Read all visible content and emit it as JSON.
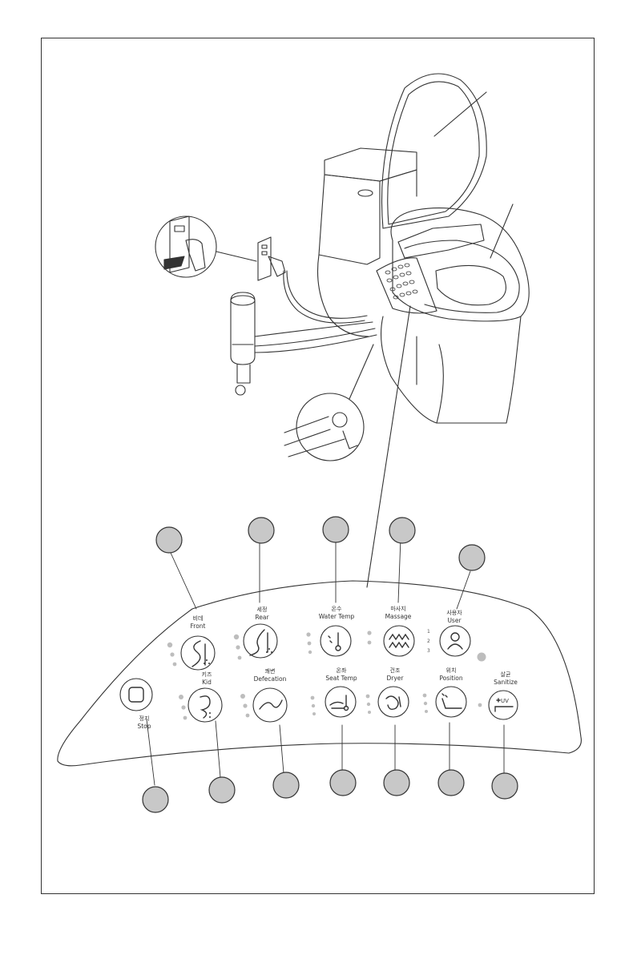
{
  "panel": {
    "buttons": [
      {
        "id": "front",
        "ko": "비데",
        "en": "Front",
        "icon": "front-wash-icon"
      },
      {
        "id": "rear",
        "ko": "세정",
        "en": "Rear",
        "icon": "rear-wash-icon"
      },
      {
        "id": "water_temp",
        "ko": "온수",
        "en": "Water Temp",
        "icon": "thermometer-icon"
      },
      {
        "id": "massage",
        "ko": "마사지",
        "en": "Massage",
        "icon": "massage-icon"
      },
      {
        "id": "user",
        "ko": "사용자",
        "en": "User",
        "icon": "user-icon"
      },
      {
        "id": "stop",
        "ko": "정지",
        "en": "Stop",
        "icon": "stop-icon"
      },
      {
        "id": "kid",
        "ko": "키즈",
        "en": "Kid",
        "icon": "kid-wash-icon"
      },
      {
        "id": "defecation",
        "ko": "쾌변",
        "en": "Defecation",
        "icon": "defecation-icon"
      },
      {
        "id": "seat_temp",
        "ko": "온좌",
        "en": "Seat Temp",
        "icon": "seat-temp-icon"
      },
      {
        "id": "dryer",
        "ko": "건조",
        "en": "Dryer",
        "icon": "dryer-icon"
      },
      {
        "id": "position",
        "ko": "위치",
        "en": "Position",
        "icon": "position-icon"
      },
      {
        "id": "sanitize",
        "ko": "살균",
        "en": "Sanitize",
        "icon": "uv-sanitize-icon",
        "icon_text": "UV"
      }
    ],
    "massage_levels": [
      "1",
      "2",
      "3"
    ]
  },
  "colors": {
    "callout_fill": "#c8c8c8",
    "line": "#333333",
    "indicator": "#bdbdbd"
  }
}
